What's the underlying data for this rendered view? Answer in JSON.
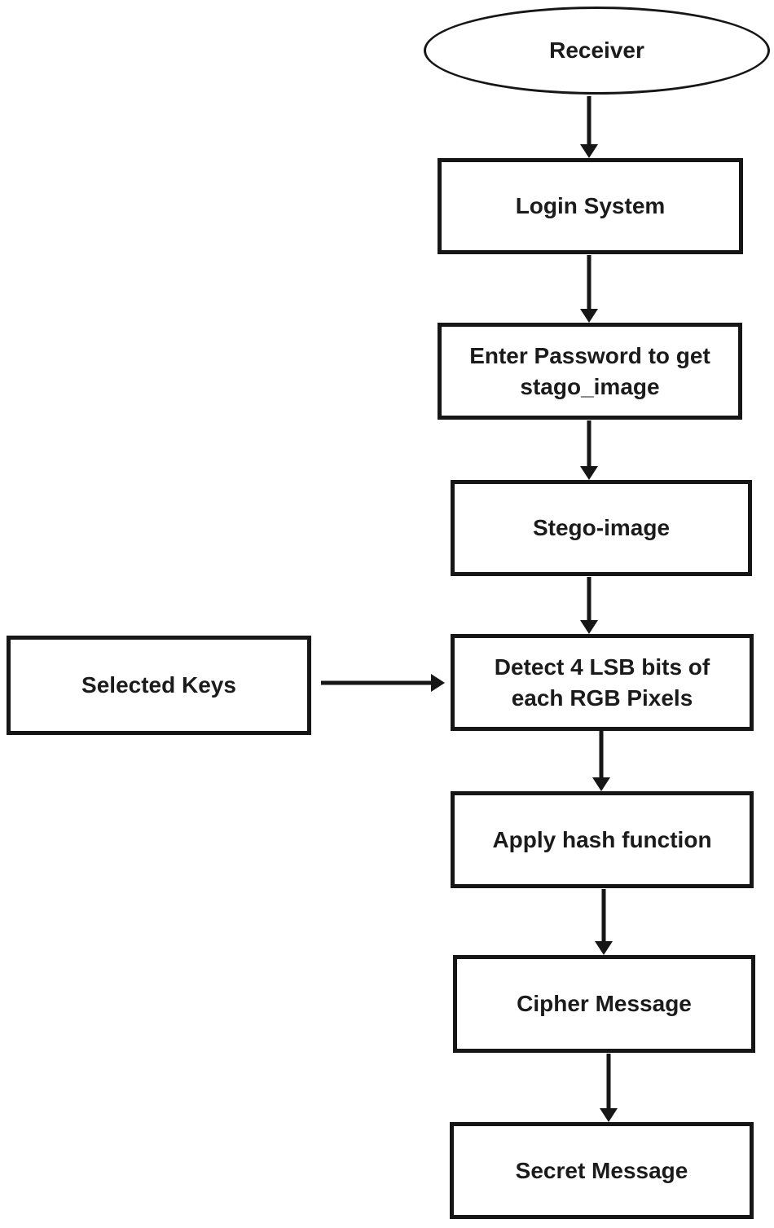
{
  "diagram": {
    "type": "flowchart",
    "description": "Receiver-side steganography extraction process flowchart",
    "colors": {
      "stroke": "#161616",
      "fill": "#ffffff",
      "text": "#1b1b1b"
    },
    "nodes": {
      "receiver": {
        "label": "Receiver",
        "shape": "ellipse"
      },
      "login": {
        "label": "Login System",
        "shape": "rect"
      },
      "password": {
        "label": "Enter Password to get stago_image",
        "shape": "rect"
      },
      "stego": {
        "label": "Stego-image",
        "shape": "rect"
      },
      "detect": {
        "label": "Detect 4 LSB bits of each RGB Pixels",
        "shape": "rect"
      },
      "keys": {
        "label": "Selected Keys",
        "shape": "rect"
      },
      "hash": {
        "label": "Apply hash function",
        "shape": "rect"
      },
      "cipher": {
        "label": "Cipher Message",
        "shape": "rect"
      },
      "secret": {
        "label": "Secret Message",
        "shape": "rect"
      }
    },
    "edges": [
      {
        "from": "receiver",
        "to": "login"
      },
      {
        "from": "login",
        "to": "password"
      },
      {
        "from": "password",
        "to": "stego"
      },
      {
        "from": "stego",
        "to": "detect"
      },
      {
        "from": "keys",
        "to": "detect"
      },
      {
        "from": "detect",
        "to": "hash"
      },
      {
        "from": "hash",
        "to": "cipher"
      },
      {
        "from": "cipher",
        "to": "secret"
      }
    ]
  }
}
